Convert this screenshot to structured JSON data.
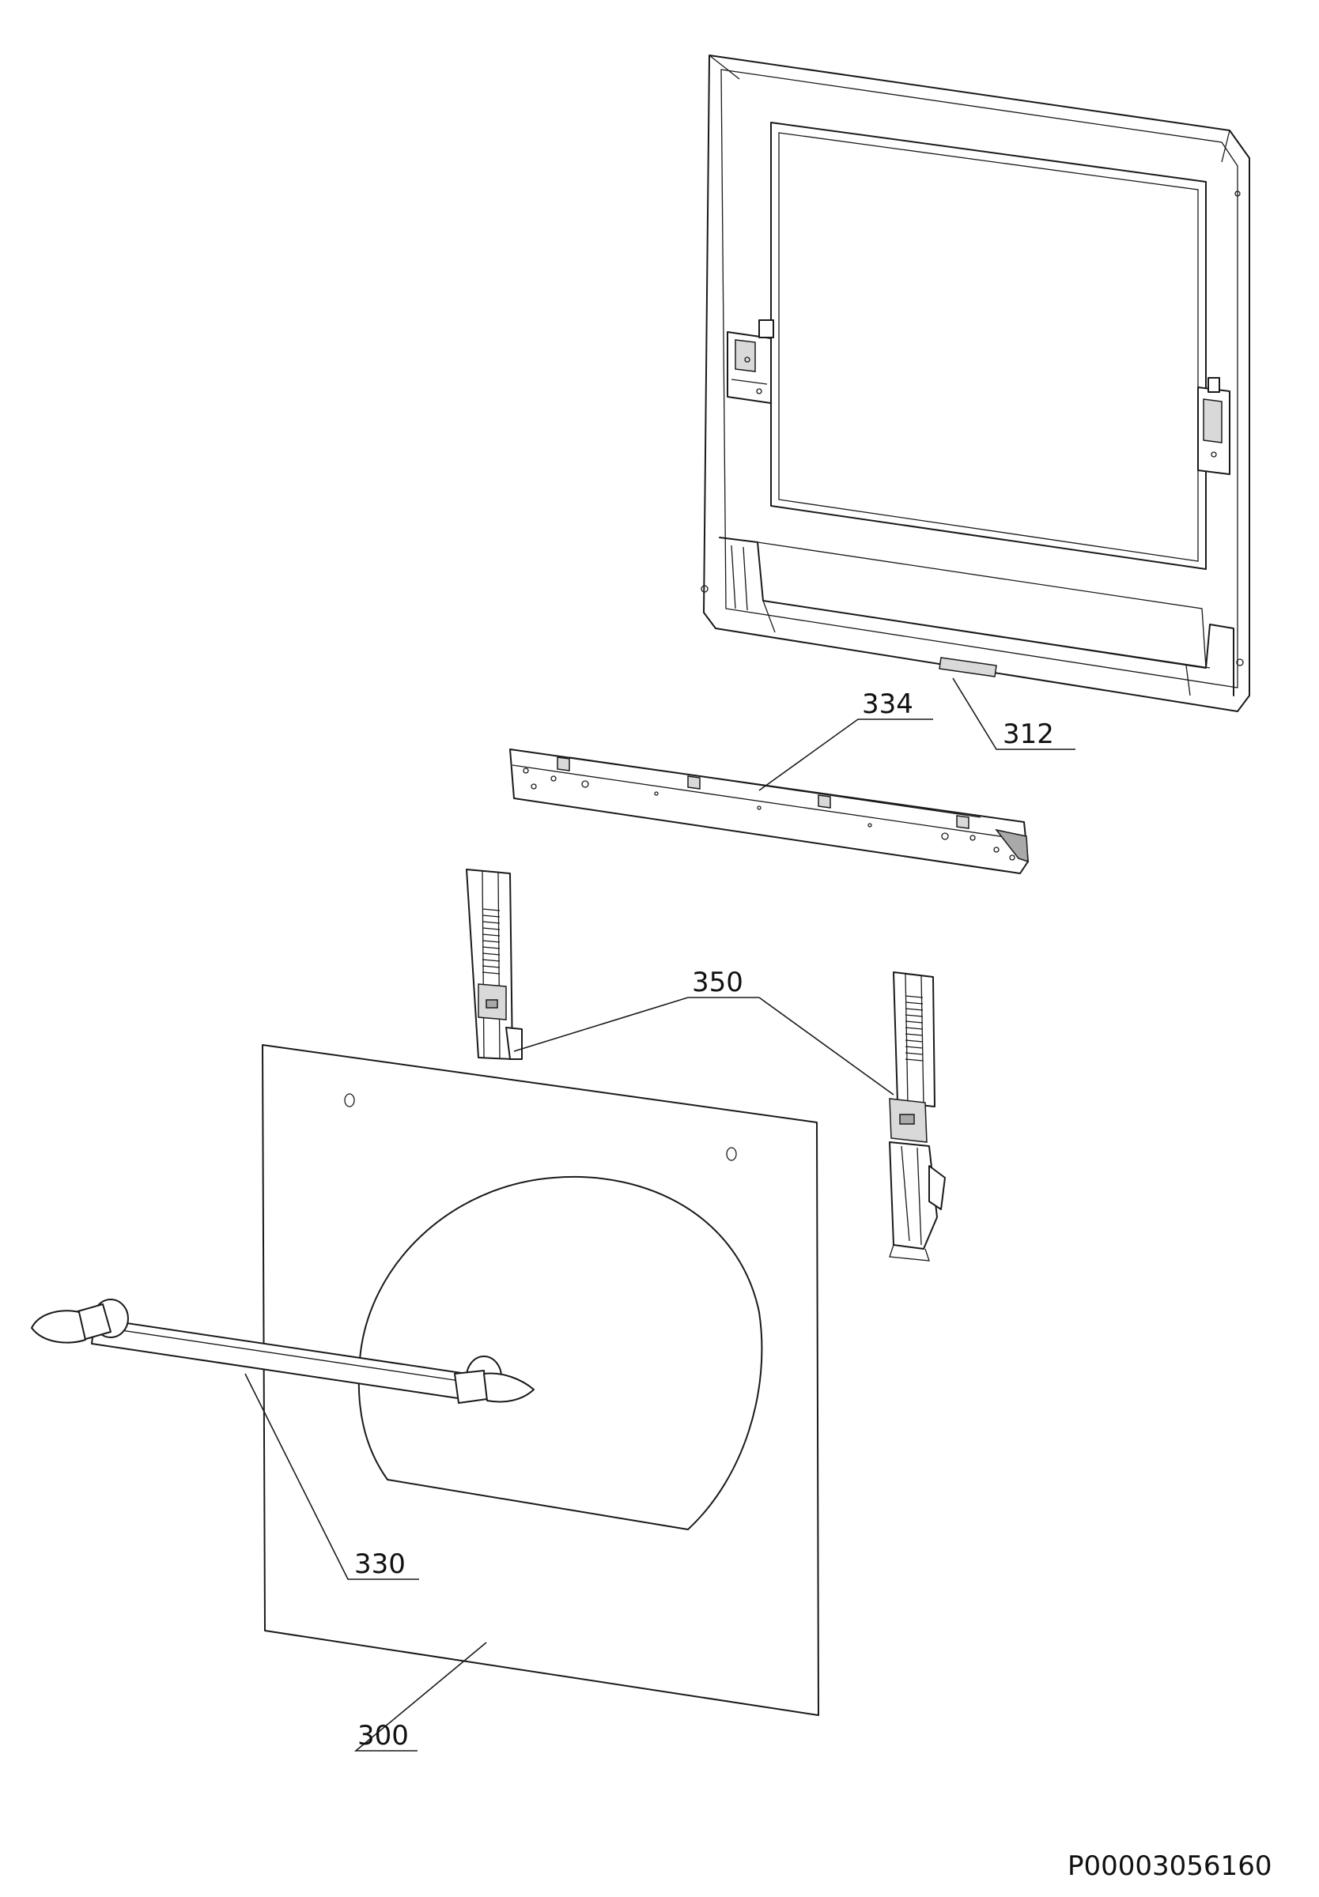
{
  "labels": {
    "door_frame": "312",
    "hinge_rail": "334",
    "hinges": "350",
    "handle": "330",
    "glass_panel": "300"
  },
  "drawing_code": "P00003056160",
  "colors": {
    "line": "#1a1a1a",
    "background": "#ffffff",
    "shade": "#d9d9d9"
  }
}
